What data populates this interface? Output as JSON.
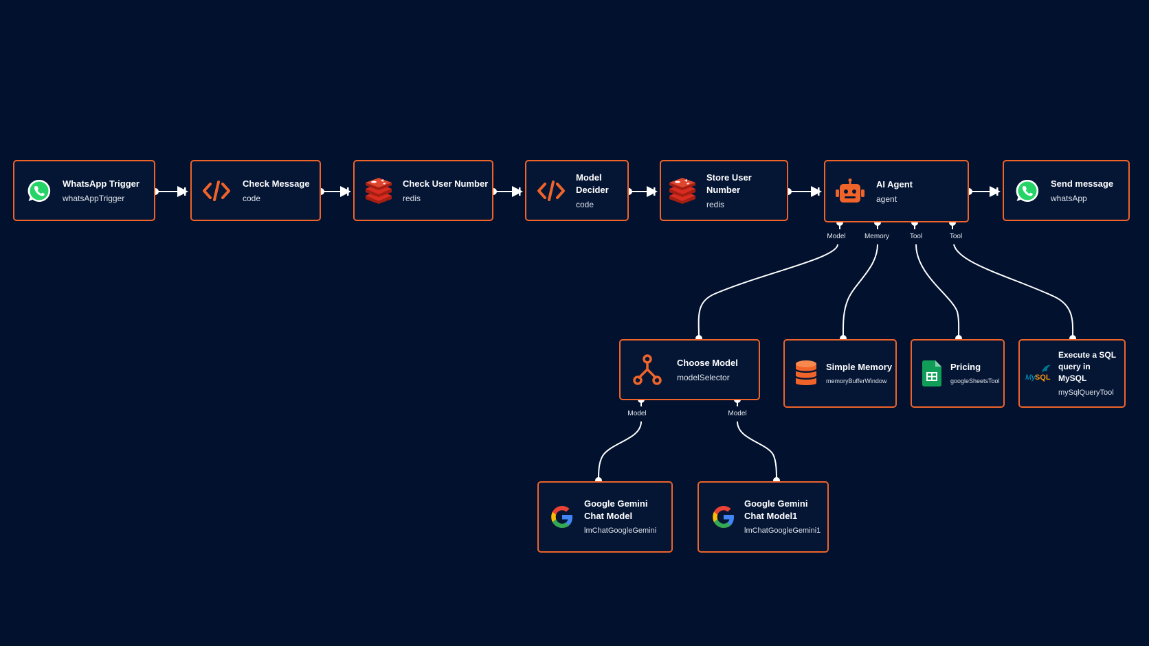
{
  "nodes": {
    "whatsapp_trigger": {
      "title": "WhatsApp Trigger",
      "subtitle": "whatsAppTrigger",
      "icon": "whatsapp-icon"
    },
    "check_message": {
      "title": "Check Message",
      "subtitle": "code",
      "icon": "code-icon"
    },
    "check_user_number": {
      "title": "Check User Number",
      "subtitle": "redis",
      "icon": "redis-icon"
    },
    "model_decider": {
      "title": "Model Decider",
      "subtitle": "code",
      "icon": "code-icon"
    },
    "store_user_number": {
      "title": "Store User Number",
      "subtitle": "redis",
      "icon": "redis-icon"
    },
    "ai_agent": {
      "title": "AI Agent",
      "subtitle": "agent",
      "icon": "robot-icon"
    },
    "send_message": {
      "title": "Send message",
      "subtitle": "whatsApp",
      "icon": "whatsapp-icon"
    },
    "choose_model": {
      "title": "Choose Model",
      "subtitle": "modelSelector",
      "icon": "branch-icon"
    },
    "simple_memory": {
      "title": "Simple Memory",
      "subtitle": "memoryBufferWindow",
      "icon": "database-icon"
    },
    "pricing": {
      "title": "Pricing",
      "subtitle": "googleSheetsTool",
      "icon": "google-sheets-icon"
    },
    "execute_sql": {
      "title": "Execute a SQL query in MySQL",
      "subtitle": "mySqlQueryTool",
      "icon": "mysql-icon"
    },
    "gemini_1": {
      "title": "Google Gemini Chat Model",
      "subtitle": "lmChatGoogleGemini",
      "icon": "google-icon"
    },
    "gemini_2": {
      "title": "Google Gemini Chat Model1",
      "subtitle": "lmChatGoogleGemini1",
      "icon": "google-icon"
    }
  },
  "ports": {
    "agent_model": "Model",
    "agent_memory": "Memory",
    "agent_tool_1": "Tool",
    "agent_tool_2": "Tool",
    "selector_model_1": "Model",
    "selector_model_2": "Model"
  },
  "colors": {
    "background": "#02112e",
    "node_border": "#f0642a",
    "wire": "#ffffff",
    "whatsapp": "#25d366",
    "redis": "#d82c20",
    "accent_orange": "#f0642a",
    "sheets_green": "#0f9d58",
    "mysql_blue": "#00758f"
  }
}
